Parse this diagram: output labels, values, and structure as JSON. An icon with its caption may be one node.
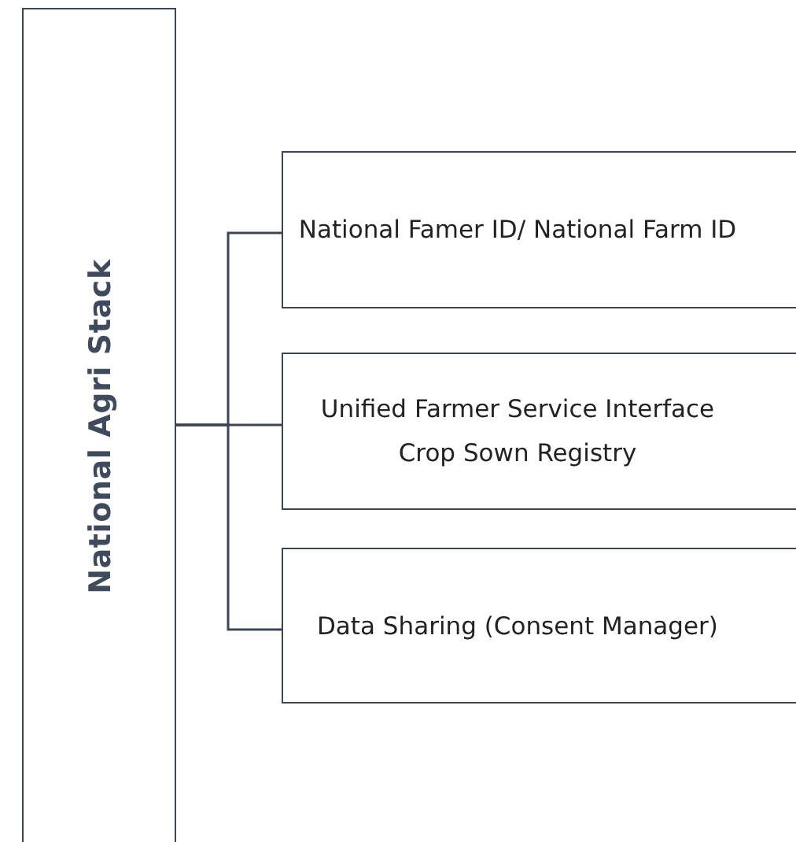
{
  "diagram": {
    "nodes": [
      {
        "text": [
          "National Agri Stack"
        ]
      },
      {
        "text": [
          "National Famer ID/ National Farm ID"
        ]
      },
      {
        "text": [
          "Unified Farmer Service Interface",
          "Crop Sown Registry"
        ]
      },
      {
        "text": [
          "Data Sharing (Consent Manager)"
        ]
      }
    ],
    "edges": [
      {
        "from": 0,
        "to": 1,
        "arrow": "none"
      },
      {
        "from": 0,
        "to": 2,
        "arrow": "none"
      },
      {
        "from": 0,
        "to": 3,
        "arrow": "none"
      }
    ]
  }
}
